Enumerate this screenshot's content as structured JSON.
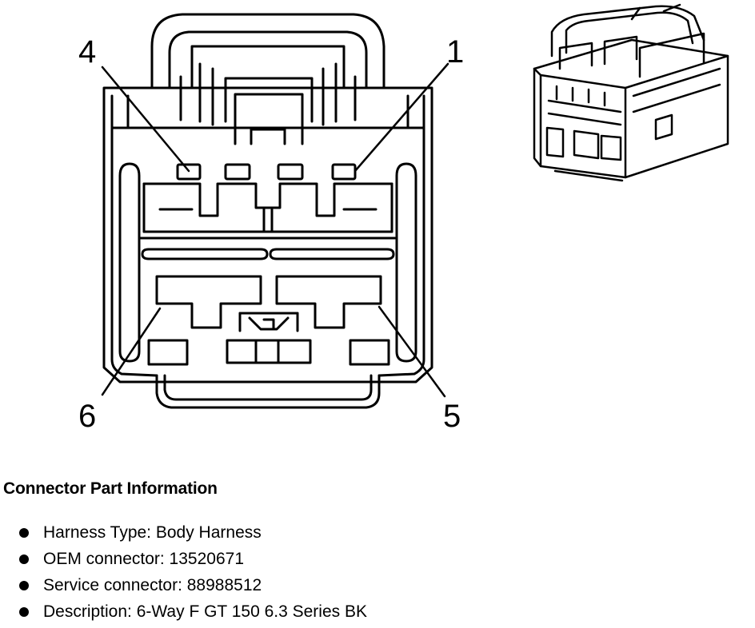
{
  "pin_labels": [
    {
      "id": "pin-4",
      "text": "4"
    },
    {
      "id": "pin-1",
      "text": "1"
    },
    {
      "id": "pin-6",
      "text": "6"
    },
    {
      "id": "pin-5",
      "text": "5"
    }
  ],
  "info": {
    "title": "Connector Part Information",
    "items": [
      "Harness Type: Body Harness",
      "OEM connector: 13520671",
      "Service connector: 88988512",
      "Description: 6-Way F GT 150 6.3 Series BK"
    ]
  }
}
